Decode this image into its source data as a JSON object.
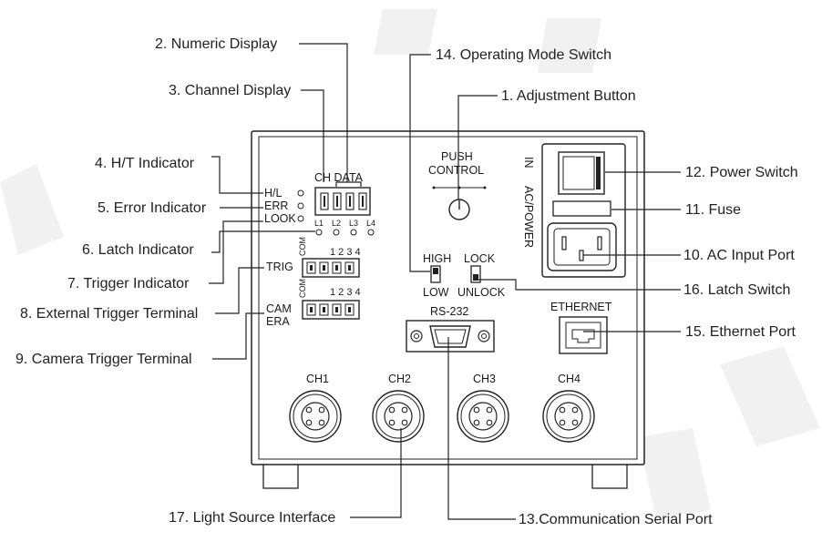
{
  "callouts": {
    "c1": "1. Adjustment Button",
    "c2": "2. Numeric Display",
    "c3": "3. Channel Display",
    "c4": "4. H/T Indicator",
    "c5": "5. Error Indicator",
    "c6": "6. Latch Indicator",
    "c7": "7. Trigger Indicator",
    "c8": "8. External Trigger Terminal",
    "c9": "9. Camera Trigger Terminal",
    "c10": "10. AC Input Port",
    "c11": "11. Fuse",
    "c12": "12. Power Switch",
    "c13": "13.Communication Serial Port",
    "c14": "14. Operating Mode Switch",
    "c15": "15. Ethernet Port",
    "c16": "16. Latch Switch",
    "c17": "17. Light Source Interface"
  },
  "panel": {
    "push": "PUSH",
    "control": "CONTROL",
    "ch_data": "CH DATA",
    "hl": "H/L",
    "err": "ERR",
    "look": "LOOK",
    "l1": "L1",
    "l2": "L2",
    "l3": "L3",
    "l4": "L4",
    "com1": "COM",
    "com2": "COM",
    "nums1": "1 2 3 4",
    "nums2": "1 2 3 4",
    "trig": "TRIG",
    "cam": "CAM",
    "era": "ERA",
    "high": "HIGH",
    "low": "LOW",
    "lock": "LOCK",
    "unlock": "UNLOCK",
    "rs232": "RS-232",
    "ethernet": "ETHERNET",
    "in": "IN",
    "acpower": "AC/POWER",
    "ch1": "CH1",
    "ch2": "CH2",
    "ch3": "CH3",
    "ch4": "CH4"
  }
}
